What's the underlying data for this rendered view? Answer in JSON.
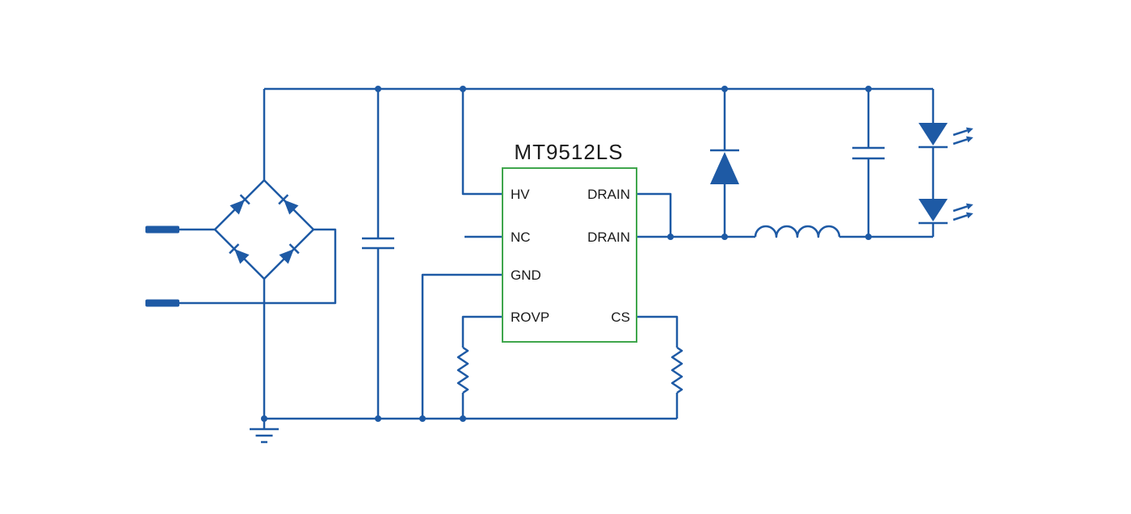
{
  "ic": {
    "title": "MT9512LS",
    "pins_left": [
      "HV",
      "NC",
      "GND",
      "ROVP"
    ],
    "pins_right": [
      "DRAIN",
      "DRAIN",
      "CS"
    ]
  },
  "colors": {
    "wire": "#1e5aa5",
    "ic_outline": "#3fa64c",
    "label": "#1a1a1a",
    "background": "#ffffff"
  }
}
